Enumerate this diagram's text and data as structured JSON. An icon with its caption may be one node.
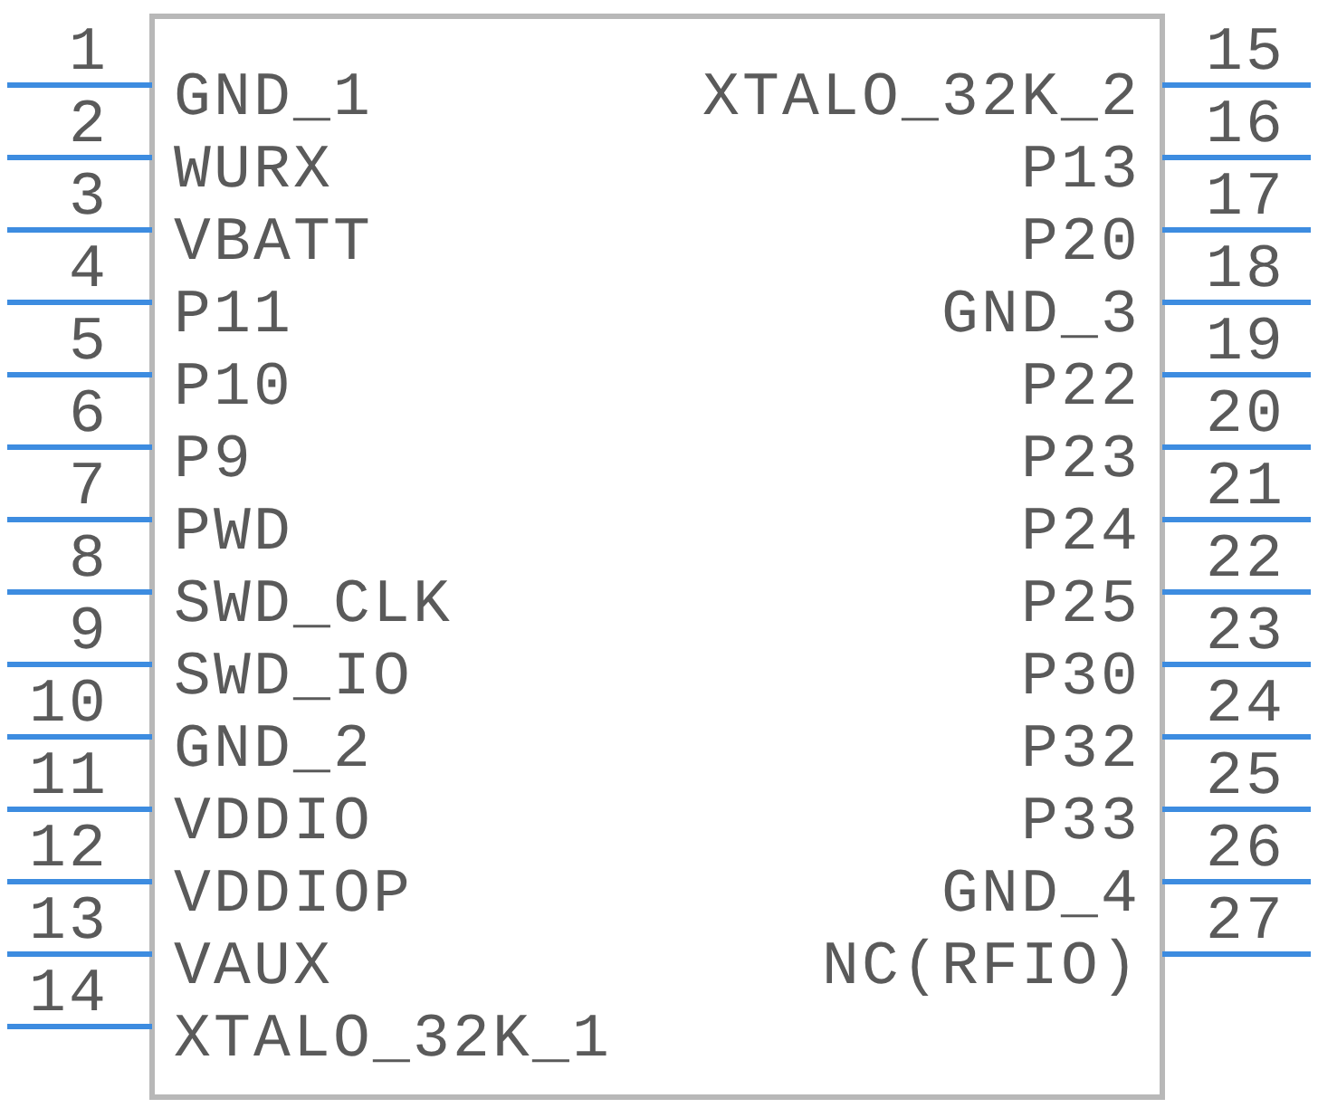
{
  "diagram": {
    "labels": [
      "1",
      "GND_1",
      "2",
      "WURX",
      "3",
      "VBATT",
      "4",
      "P11",
      "5",
      "P10",
      "6",
      "P9",
      "7",
      "PWD",
      "8",
      "SWD_CLK",
      "9",
      "SWD_IO",
      "10",
      "GND_2",
      "11",
      "VDDIO",
      "12",
      "VDDIOP",
      "13",
      "VAUX",
      "14",
      "XTALO_32K_1",
      "15",
      "XTALO_32K_2",
      "16",
      "P13",
      "17",
      "P20",
      "18",
      "GND_3",
      "19",
      "P22",
      "20",
      "P23",
      "21",
      "P24",
      "22",
      "P25",
      "23",
      "P30",
      "24",
      "P32",
      "25",
      "P33",
      "26",
      "GND_4",
      "27",
      "NC(RFIO)"
    ]
  }
}
